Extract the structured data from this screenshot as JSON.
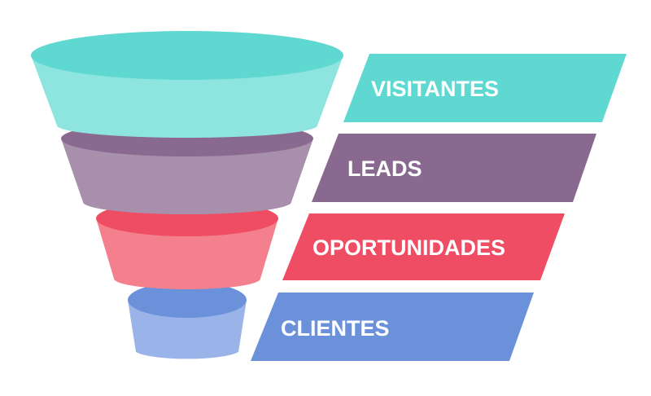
{
  "stages": [
    {
      "label": "VISITANTES",
      "colors": {
        "top": "#5ed8d1",
        "body": "#8ee5df",
        "banner": "#5ed8d1"
      }
    },
    {
      "label": "LEADS",
      "colors": {
        "top": "#8a6990",
        "body": "#a88fac",
        "banner": "#8a6990"
      }
    },
    {
      "label": "OPORTUNIDADES",
      "colors": {
        "top": "#ef4d63",
        "body": "#f4808d",
        "banner": "#ef4d63"
      }
    },
    {
      "label": "CLIENTES",
      "colors": {
        "top": "#6c91db",
        "body": "#9ab3e8",
        "banner": "#6c91db"
      }
    }
  ]
}
